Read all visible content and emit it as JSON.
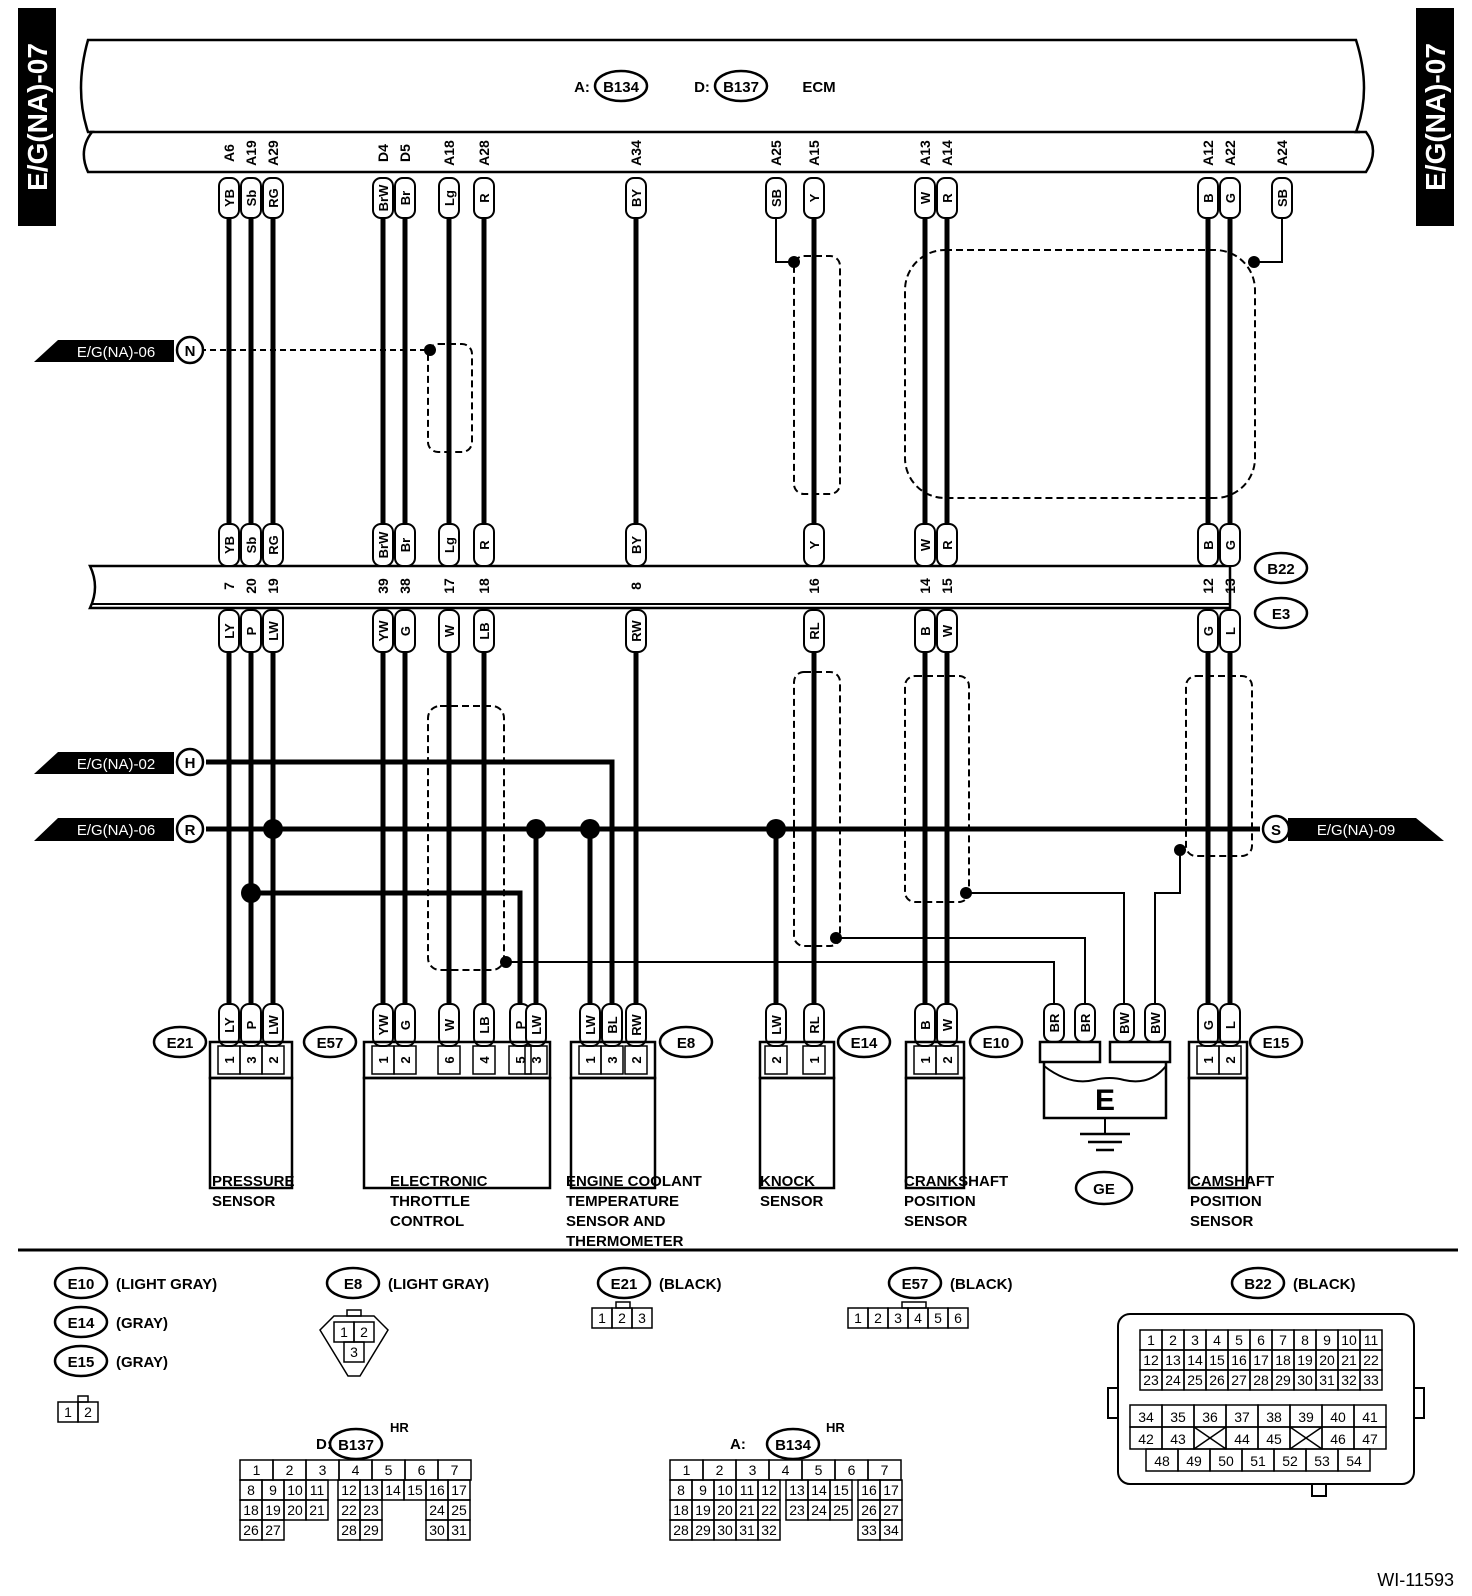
{
  "side_tab": "E/G(NA)-07",
  "ecm": {
    "a_prefix": "A:",
    "a_conn": "B134",
    "d_prefix": "D:",
    "d_conn": "B137",
    "label": "ECM"
  },
  "ecm_pins": [
    {
      "pin": "A6",
      "color": "YB"
    },
    {
      "pin": "A19",
      "color": "Sb"
    },
    {
      "pin": "A29",
      "color": "RG"
    },
    {
      "pin": "D4",
      "color": "BrW"
    },
    {
      "pin": "D5",
      "color": "Br"
    },
    {
      "pin": "A18",
      "color": "Lg"
    },
    {
      "pin": "A28",
      "color": "R"
    },
    {
      "pin": "A34",
      "color": "BY"
    },
    {
      "pin": "A25",
      "color": "SB"
    },
    {
      "pin": "A15",
      "color": "Y"
    },
    {
      "pin": "A13",
      "color": "W"
    },
    {
      "pin": "A14",
      "color": "R"
    },
    {
      "pin": "A12",
      "color": "B"
    },
    {
      "pin": "A22",
      "color": "G"
    },
    {
      "pin": "A24",
      "color": "SB"
    }
  ],
  "b22_top": [
    {
      "pin": "7",
      "color": "YB"
    },
    {
      "pin": "20",
      "color": "Sb"
    },
    {
      "pin": "19",
      "color": "RG"
    },
    {
      "pin": "39",
      "color": "BrW"
    },
    {
      "pin": "38",
      "color": "Br"
    },
    {
      "pin": "17",
      "color": "Lg"
    },
    {
      "pin": "18",
      "color": "R"
    },
    {
      "pin": "8",
      "color": "BY"
    },
    {
      "pin": "16",
      "color": "Y"
    },
    {
      "pin": "14",
      "color": "W"
    },
    {
      "pin": "15",
      "color": "R"
    },
    {
      "pin": "12",
      "color": "B"
    },
    {
      "pin": "13",
      "color": "G"
    }
  ],
  "e3_colors": [
    "LY",
    "P",
    "LW",
    "YW",
    "G",
    "W",
    "LB",
    "RW",
    "RL",
    "B",
    "W",
    "G",
    "L"
  ],
  "connectors_labels": {
    "b22": "B22",
    "e3": "E3"
  },
  "refs": {
    "n": {
      "text": "E/G(NA)-06",
      "letter": "N"
    },
    "h": {
      "text": "E/G(NA)-02",
      "letter": "H"
    },
    "r": {
      "text": "E/G(NA)-06",
      "letter": "R"
    },
    "s": {
      "text": "E/G(NA)-09",
      "letter": "S"
    }
  },
  "components": [
    {
      "id": "E21",
      "colors": [
        "LY",
        "P",
        "LW"
      ],
      "pins": [
        "1",
        "3",
        "2"
      ],
      "name": [
        "PRESSURE",
        "SENSOR"
      ]
    },
    {
      "id": "E57",
      "colors": [
        "YW",
        "G",
        "W",
        "LB",
        "P",
        "LW"
      ],
      "pins": [
        "1",
        "2",
        "6",
        "4",
        "5",
        "3"
      ],
      "name": [
        "ELECTRONIC",
        "THROTTLE",
        "CONTROL"
      ]
    },
    {
      "id": "E8",
      "colors": [
        "LW",
        "BL",
        "RW"
      ],
      "pins": [
        "1",
        "3",
        "2"
      ],
      "name": [
        "ENGINE COOLANT",
        "TEMPERATURE",
        "SENSOR AND",
        "THERMOMETER"
      ]
    },
    {
      "id": "E14",
      "colors": [
        "LW",
        "RL"
      ],
      "pins": [
        "2",
        "1"
      ],
      "name": [
        "KNOCK",
        "SENSOR"
      ]
    },
    {
      "id": "E10",
      "colors": [
        "B",
        "W"
      ],
      "pins": [
        "1",
        "2"
      ],
      "name": [
        "CRANKSHAFT",
        "POSITION",
        "SENSOR"
      ]
    },
    {
      "id": "E15",
      "colors": [
        "G",
        "L"
      ],
      "pins": [
        "1",
        "2"
      ],
      "name": [
        "CAMSHAFT",
        "POSITION",
        "SENSOR"
      ]
    }
  ],
  "ground": {
    "block": "E",
    "colors": [
      "BR",
      "BR",
      "BW",
      "BW"
    ],
    "label": "GE"
  },
  "legend": {
    "e10": {
      "id": "E10",
      "desc": "(LIGHT GRAY)"
    },
    "e14": {
      "id": "E14",
      "desc": "(GRAY)"
    },
    "e15": {
      "id": "E15",
      "desc": "(GRAY)"
    },
    "e8": {
      "id": "E8",
      "desc": "(LIGHT GRAY)"
    },
    "e21": {
      "id": "E21",
      "desc": "(BLACK)"
    },
    "e57": {
      "id": "E57",
      "desc": "(BLACK)"
    },
    "b22": {
      "id": "B22",
      "desc": "(BLACK)"
    },
    "d": {
      "prefix": "D:",
      "id": "B137",
      "hr": "HR"
    },
    "a": {
      "prefix": "A:",
      "id": "B134",
      "hr": "HR"
    }
  },
  "figure_id": "WI-11593"
}
